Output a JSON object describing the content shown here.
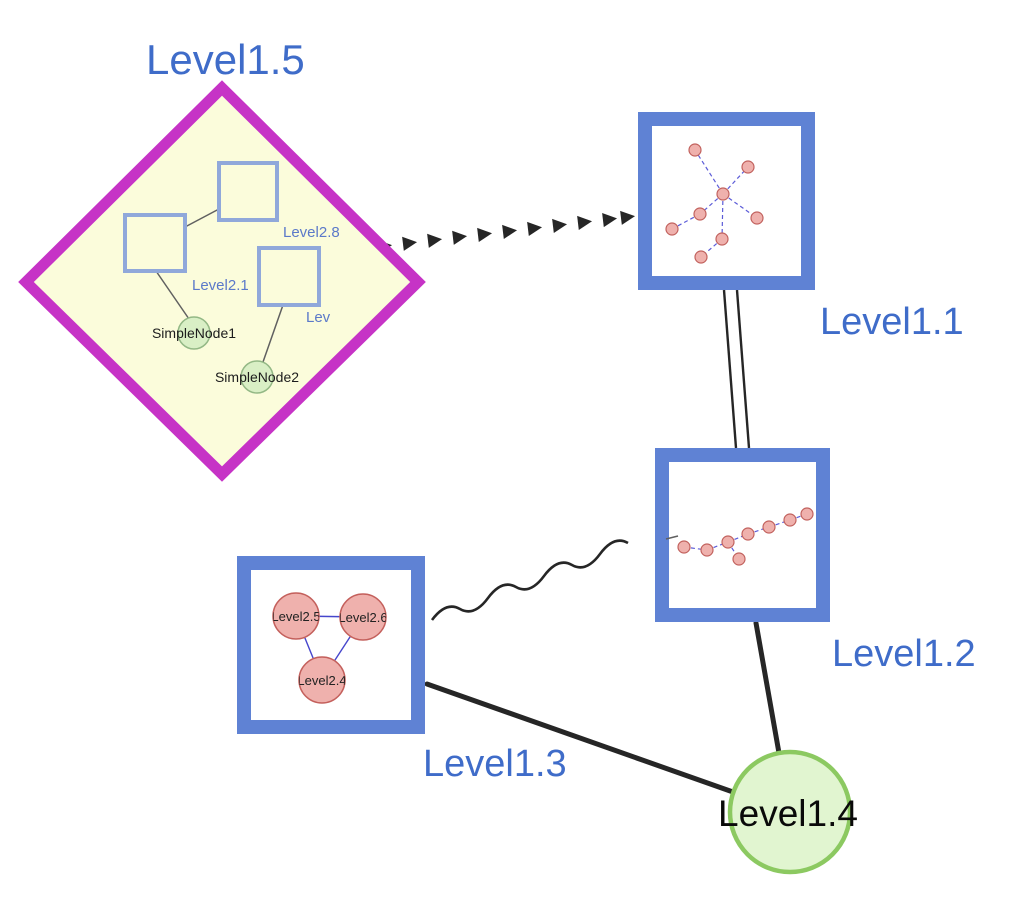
{
  "diagram": {
    "type": "nested-graph",
    "background": "#ffffff"
  },
  "nodes": {
    "level15": {
      "label": "Level1.5",
      "shape": "diamond-group",
      "border_color": "#c633c6",
      "fill_color": "#fbfcdb",
      "children": {
        "square_labels": [
          "Level2.8",
          "Level2.1",
          "Lev"
        ],
        "simple_nodes": [
          "SimpleNode1",
          "SimpleNode2"
        ]
      }
    },
    "level11": {
      "label": "Level1.1",
      "shape": "square-group",
      "border_color": "#5f82d4"
    },
    "level12": {
      "label": "Level1.2",
      "shape": "square-group",
      "border_color": "#5f82d4"
    },
    "level13": {
      "label": "Level1.3",
      "shape": "square-group",
      "border_color": "#5f82d4",
      "children": {
        "circle_labels": [
          "Level2.5",
          "Level2.6",
          "Level2.4"
        ]
      }
    },
    "level14": {
      "label": "Level1.4",
      "shape": "circle",
      "fill_color": "#e1f5d0",
      "border_color": "#8cc961"
    }
  },
  "edges": [
    {
      "from": "Level1.5",
      "to": "Level1.1",
      "style": "thick-dashed-arrow"
    },
    {
      "from": "Level1.1",
      "to": "Level1.2",
      "style": "double-line"
    },
    {
      "from": "Level1.3",
      "to": "Level1.2",
      "style": "wavy-line"
    },
    {
      "from": "Level1.3",
      "to": "Level1.4",
      "style": "solid-line"
    },
    {
      "from": "Level1.2",
      "to": "Level1.4",
      "style": "solid-line"
    }
  ],
  "colors": {
    "label_blue": "#3f6cc9",
    "label_black": "#0a0a0a",
    "edge_black": "#262626",
    "pink_node_fill": "#efb1ad",
    "pink_node_border": "#c2625e",
    "green_node_fill": "#d9efc5",
    "inner_edge_blue": "#5c5cd8"
  }
}
